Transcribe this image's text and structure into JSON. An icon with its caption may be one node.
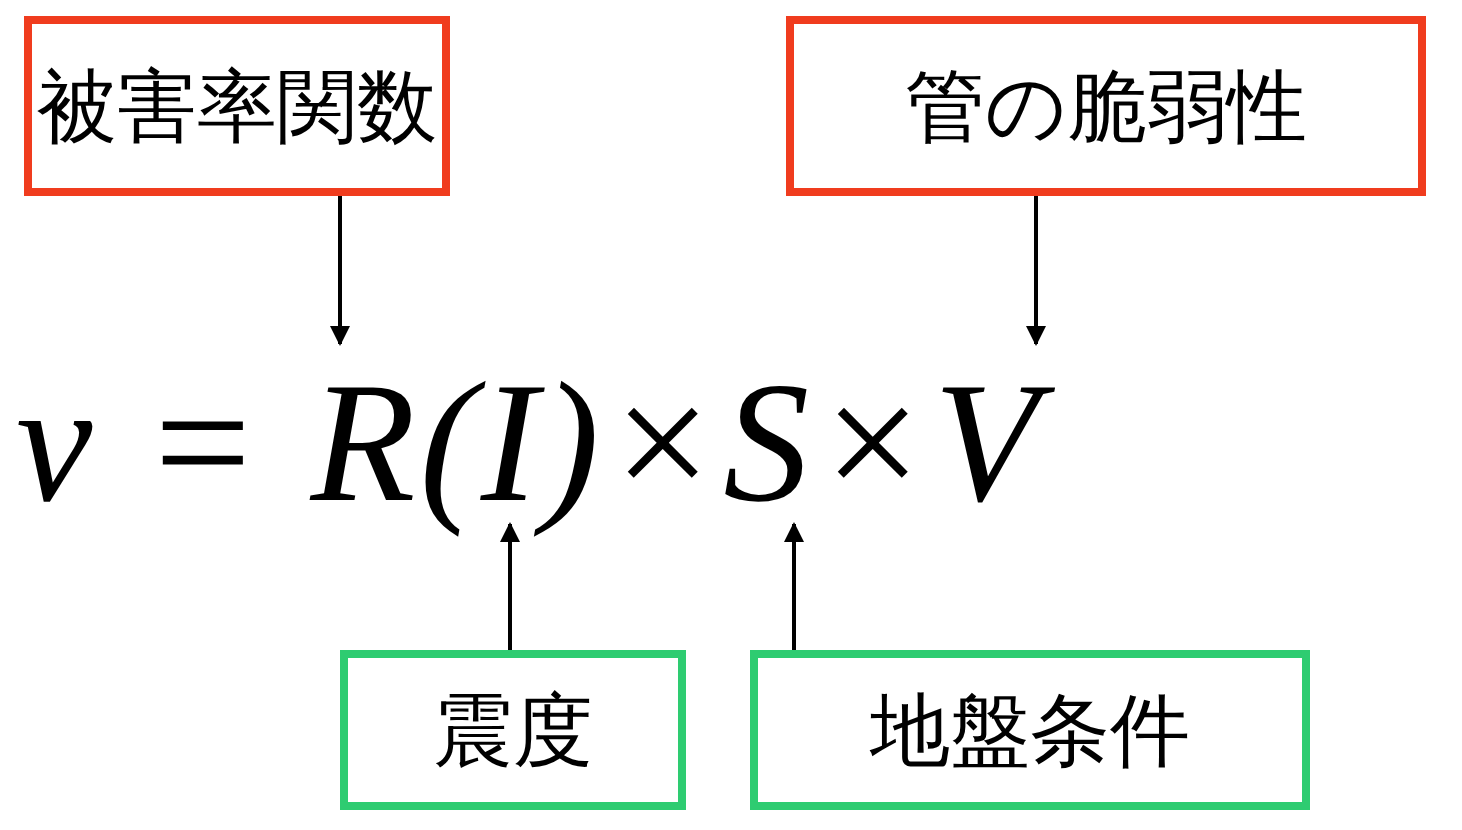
{
  "diagram": {
    "nodes": [
      {
        "text": [
          "被害率関数"
        ]
      },
      {
        "text": [
          "管の脆弱性"
        ]
      },
      {
        "text": [
          "ν = R(I)×S×V"
        ]
      },
      {
        "text": [
          "震度"
        ]
      },
      {
        "text": [
          "地盤条件"
        ]
      }
    ],
    "edges": [
      {
        "from": 0,
        "to": 2,
        "arrow": "to"
      },
      {
        "from": 1,
        "to": 2,
        "arrow": "to"
      },
      {
        "from": 3,
        "to": 2,
        "arrow": "to"
      },
      {
        "from": 4,
        "to": 2,
        "arrow": "to"
      }
    ]
  }
}
